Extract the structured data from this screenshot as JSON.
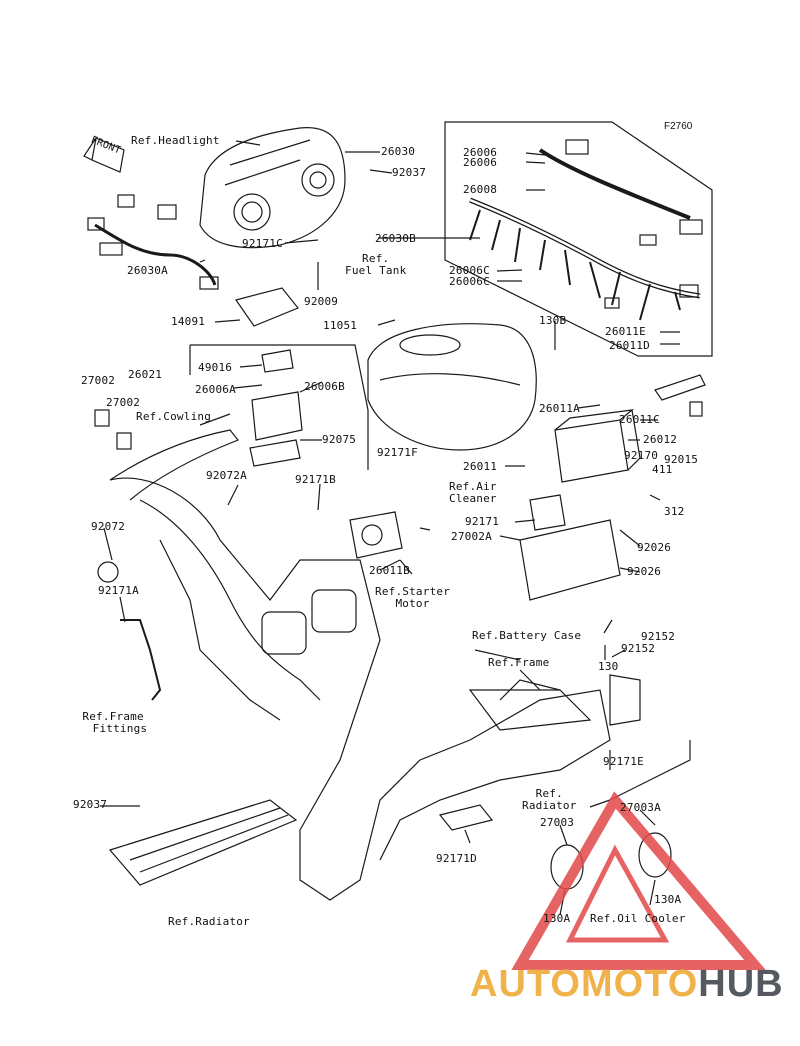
{
  "ref_code": "F2760",
  "front_arrow": "FRONT",
  "watermark": {
    "part1": "AUTOMOTO",
    "part2": "HUB"
  },
  "labels": {
    "ref_headlight": "Ref.Headlight",
    "p26030": "26030",
    "p92037_top": "92037",
    "p26006_a": "26006",
    "p26006_b": "26006",
    "p26008": "26008",
    "p26030B": "26030B",
    "p26006C_a": "26006C",
    "p26006C_b": "26006C",
    "p26011E": "26011E",
    "p26011D": "26011D",
    "p26030A": "26030A",
    "p92171C": "92171C",
    "ref_fuel_tank": "Ref.\nFuel Tank",
    "p92009": "92009",
    "p14091": "14091",
    "p11051": "11051",
    "p130B": "130B",
    "p49016": "49016",
    "p26021": "26021",
    "p27002_a": "27002",
    "p27002_b": "27002",
    "p26006A": "26006A",
    "p26006B": "26006B",
    "ref_cowling": "Ref.Cowling",
    "p26011A": "26011A",
    "p26011C": "26011C",
    "p92075": "92075",
    "p26012": "26012",
    "p92171F": "92171F",
    "p92170": "92170",
    "p411": "411",
    "p92015": "92015",
    "p92072A": "92072A",
    "p92171B": "92171B",
    "p26011": "26011",
    "ref_air_cleaner": "Ref.Air\nCleaner",
    "p92171": "92171",
    "p312": "312",
    "p92072": "92072",
    "p27002A": "27002A",
    "p92026_a": "92026",
    "p26011B": "26011B",
    "p92026_b": "92026",
    "p92171A": "92171A",
    "ref_starter_motor": "Ref.Starter\nMotor",
    "ref_battery_case": "Ref.Battery Case",
    "p92152_a": "92152",
    "p92152_b": "92152",
    "p130": "130",
    "ref_frame": "Ref.Frame",
    "ref_frame_fittings": "Ref.Frame\n  Fittings",
    "p92171E": "92171E",
    "ref_radiator_right": "Ref.\nRadiator",
    "p27003A": "27003A",
    "p27003": "27003",
    "p92037_bottom": "92037",
    "p92171D": "92171D",
    "p130A_a": "130A",
    "p130A_b": "130A",
    "ref_oil_cooler": "Ref.Oil Cooler",
    "ref_radiator_left": "Ref.Radiator"
  }
}
